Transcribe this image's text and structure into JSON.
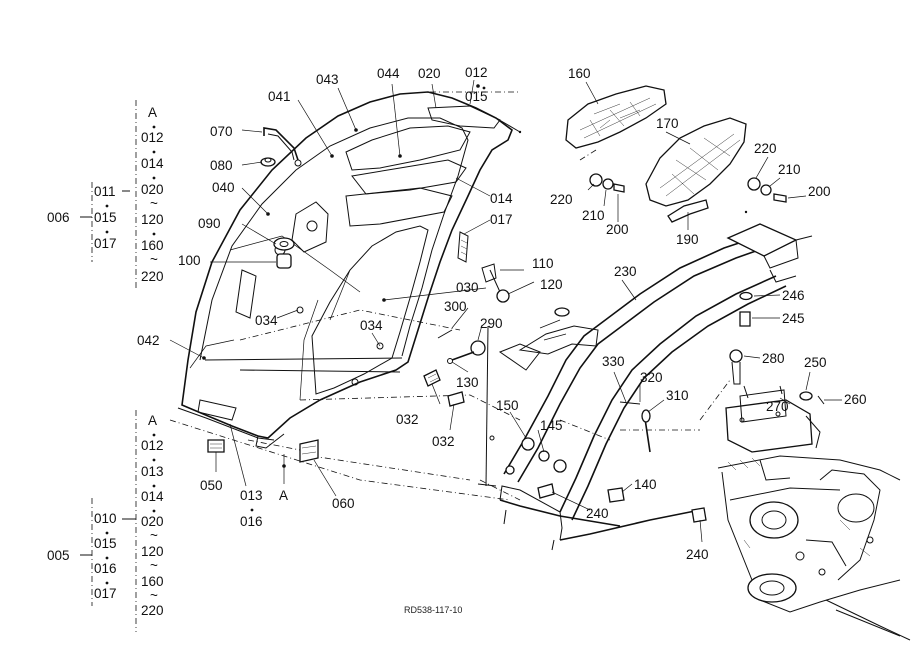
{
  "drawing_code": "RD538-117-10",
  "callouts": [
    {
      "id": "c070",
      "text": "070"
    },
    {
      "id": "c080",
      "text": "080"
    },
    {
      "id": "c040",
      "text": "040"
    },
    {
      "id": "c041",
      "text": "041"
    },
    {
      "id": "c043",
      "text": "043"
    },
    {
      "id": "c044",
      "text": "044"
    },
    {
      "id": "c020",
      "text": "020"
    },
    {
      "id": "c012",
      "text": "012"
    },
    {
      "id": "c015",
      "text": "015"
    },
    {
      "id": "c090",
      "text": "090"
    },
    {
      "id": "c100",
      "text": "100"
    },
    {
      "id": "c014",
      "text": "014"
    },
    {
      "id": "c017",
      "text": "017"
    },
    {
      "id": "c030",
      "text": "030"
    },
    {
      "id": "c034a",
      "text": "034"
    },
    {
      "id": "c034b",
      "text": "034"
    },
    {
      "id": "c042",
      "text": "042"
    },
    {
      "id": "c300",
      "text": "300"
    },
    {
      "id": "c290",
      "text": "290"
    },
    {
      "id": "c130",
      "text": "130"
    },
    {
      "id": "c032a",
      "text": "032"
    },
    {
      "id": "c032b",
      "text": "032"
    },
    {
      "id": "c110",
      "text": "110"
    },
    {
      "id": "c120",
      "text": "120"
    },
    {
      "id": "c160",
      "text": "160"
    },
    {
      "id": "c170",
      "text": "170"
    },
    {
      "id": "c220a",
      "text": "220"
    },
    {
      "id": "c210a",
      "text": "210"
    },
    {
      "id": "c200a",
      "text": "200"
    },
    {
      "id": "c220b",
      "text": "220"
    },
    {
      "id": "c210b",
      "text": "210"
    },
    {
      "id": "c200b",
      "text": "200"
    },
    {
      "id": "c190",
      "text": "190"
    },
    {
      "id": "c230",
      "text": "230"
    },
    {
      "id": "c246",
      "text": "246"
    },
    {
      "id": "c245",
      "text": "245"
    },
    {
      "id": "c280",
      "text": "280"
    },
    {
      "id": "c250",
      "text": "250"
    },
    {
      "id": "c270",
      "text": "270"
    },
    {
      "id": "c260",
      "text": "260"
    },
    {
      "id": "c330",
      "text": "330"
    },
    {
      "id": "c320",
      "text": "320"
    },
    {
      "id": "c310",
      "text": "310"
    },
    {
      "id": "c150",
      "text": "150"
    },
    {
      "id": "c145",
      "text": "145"
    },
    {
      "id": "c140",
      "text": "140"
    },
    {
      "id": "c240a",
      "text": "240"
    },
    {
      "id": "c240b",
      "text": "240"
    },
    {
      "id": "c050",
      "text": "050"
    },
    {
      "id": "c013",
      "text": "013"
    },
    {
      "id": "c016",
      "text": "016"
    },
    {
      "id": "c060",
      "text": "060"
    },
    {
      "id": "cA1",
      "text": "A"
    }
  ],
  "groups": {
    "g006": {
      "label": "006",
      "subs": [
        "011",
        "015",
        "017"
      ],
      "items": [
        "A",
        "012",
        "014",
        "020",
        "120",
        "160",
        "220"
      ]
    },
    "g005": {
      "label": "005",
      "subs": [
        "010",
        "015",
        "016",
        "017"
      ],
      "items": [
        "A",
        "012",
        "013",
        "014",
        "020",
        "120",
        "160",
        "220"
      ]
    }
  },
  "tilde": "~",
  "colors": {
    "ink": "#111111",
    "paper": "#ffffff"
  }
}
